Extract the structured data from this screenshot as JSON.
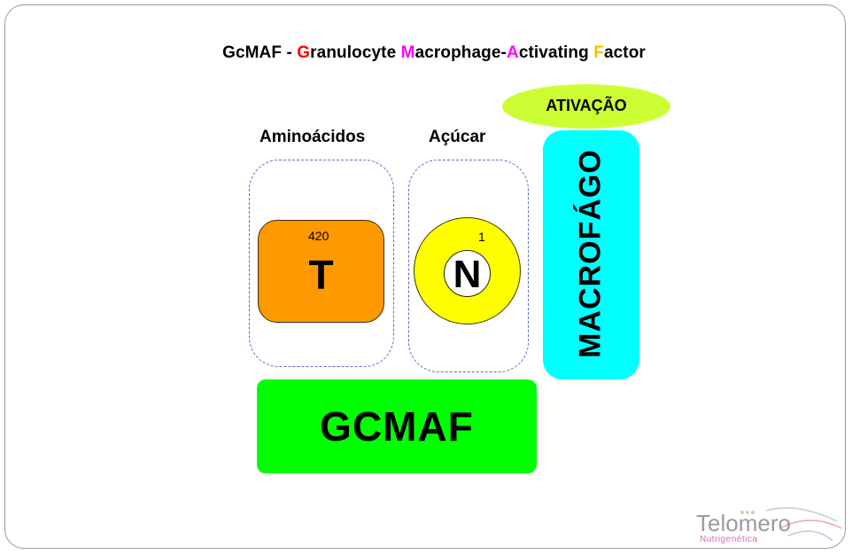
{
  "title": {
    "prefix": "GcMAF - ",
    "g": "G",
    "g_rest": "ranulocyte ",
    "m": "M",
    "m_rest": "acrophage-",
    "a": "A",
    "a_rest": "ctivating ",
    "f": "F",
    "f_rest": "actor"
  },
  "labels": {
    "aminoacidos": "Aminoácidos",
    "acucar": "Açúcar",
    "ativacao": "ATIVAÇÃO",
    "macrofago": "MACROFÁGO",
    "gcmaf": "GCMAF"
  },
  "amino_tile": {
    "number": "420",
    "symbol": "T"
  },
  "sugar_tile": {
    "number": "1",
    "symbol": "N"
  },
  "logo": {
    "name": "Telomero",
    "subtitle": "Nutrigenética"
  },
  "colors": {
    "amino_tile": "#ff9900",
    "sugar_ring": "#ffff00",
    "activation": "#ccff33",
    "macrophage": "#00ffff",
    "gcmaf": "#00ff00",
    "accent_red": "#ff0000",
    "accent_magenta": "#ff00ff",
    "accent_yellow": "#f2c200"
  }
}
